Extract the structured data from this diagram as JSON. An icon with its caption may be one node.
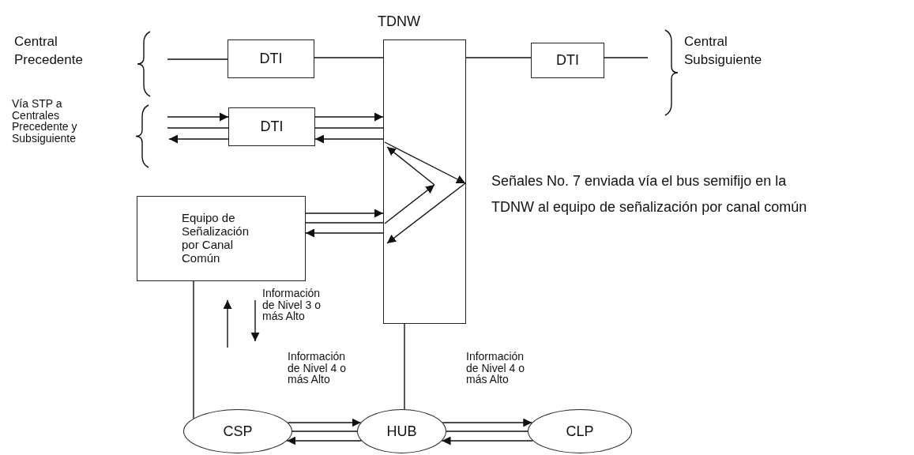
{
  "diagram": {
    "nodes": [
      {
        "text": [
          "TDNW"
        ]
      },
      {
        "text": [
          "DTI"
        ]
      },
      {
        "text": [
          "DTI"
        ]
      },
      {
        "text": [
          "DTI"
        ]
      },
      {
        "text": [
          "Equipo de Señalización por Canal Común"
        ]
      },
      {
        "text": [
          "CSP"
        ]
      },
      {
        "text": [
          "HUB"
        ]
      },
      {
        "text": [
          "CLP"
        ]
      }
    ],
    "edges": [
      {
        "from": null,
        "to": 1,
        "arrow": "none"
      },
      {
        "from": 1,
        "to": 0,
        "arrow": "none"
      },
      {
        "from": 0,
        "to": 2,
        "arrow": "none"
      },
      {
        "from": 2,
        "to": null,
        "arrow": "none"
      },
      {
        "from": null,
        "to": 3,
        "arrow": "to"
      },
      {
        "from": null,
        "to": 3,
        "arrow": "none"
      },
      {
        "from": 3,
        "to": null,
        "arrow": "to"
      },
      {
        "from": 3,
        "to": 0,
        "arrow": "to"
      },
      {
        "from": 3,
        "to": 0,
        "arrow": "none"
      },
      {
        "from": 0,
        "to": 3,
        "arrow": "to"
      },
      {
        "from": 4,
        "to": 0,
        "arrow": "to"
      },
      {
        "from": 4,
        "to": 0,
        "arrow": "none"
      },
      {
        "from": 0,
        "to": 4,
        "arrow": "to"
      },
      {
        "from": 4,
        "to": 5,
        "arrow": "none"
      },
      {
        "from": 0,
        "to": 6,
        "arrow": "none"
      },
      {
        "from": 5,
        "to": 6,
        "arrow": "to"
      },
      {
        "from": 5,
        "to": 6,
        "arrow": "none"
      },
      {
        "from": 6,
        "to": 5,
        "arrow": "to"
      },
      {
        "from": 6,
        "to": 7,
        "arrow": "to"
      },
      {
        "from": 6,
        "to": 7,
        "arrow": "none"
      },
      {
        "from": 7,
        "to": 6,
        "arrow": "to"
      }
    ],
    "labels": [
      "Central Precedente",
      "Vía STP a Centrales Precedente y Subsiguiente",
      "Central Subsiguiente",
      "Señales No. 7 enviada vía el bus semifijo en la TDNW al equipo de señalización por canal común",
      "Información de Nivel 3 o más Alto",
      "Información de Nivel 4 o más Alto",
      "Información de Nivel 4 o más Alto"
    ]
  }
}
